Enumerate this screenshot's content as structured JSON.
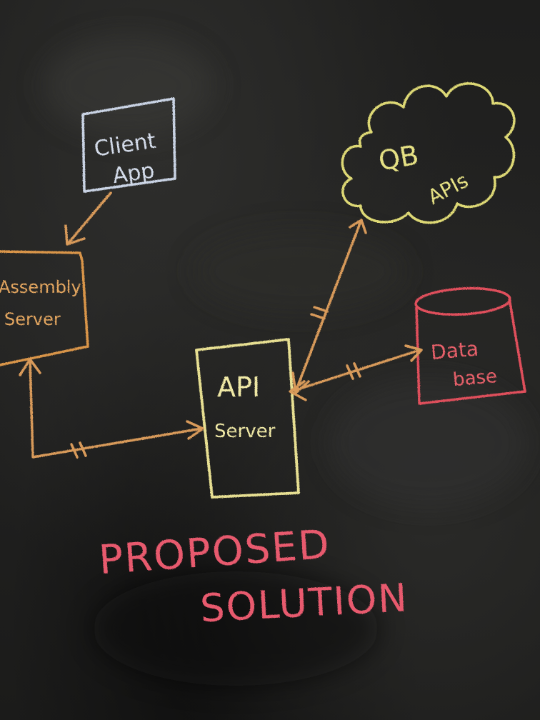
{
  "diagram": {
    "nodes": {
      "client_app": {
        "lines": [
          "Client",
          "App"
        ],
        "color": "#c9d3e4"
      },
      "assembly_server": {
        "lines": [
          "Assembly",
          "Server"
        ],
        "color": "#d9954a"
      },
      "api_server": {
        "lines": [
          "API",
          "Server"
        ],
        "color": "#e7df92"
      },
      "qb_apis": {
        "lines": [
          "QB",
          "APIs"
        ],
        "color": "#ddd874"
      },
      "database": {
        "lines": [
          "Data",
          "base"
        ],
        "color": "#e0505c"
      }
    },
    "caption": {
      "lines": [
        "PROPOSED",
        "SOLUTION"
      ],
      "color": "#e85a6e"
    },
    "arrow_color": "#d89a5a"
  }
}
